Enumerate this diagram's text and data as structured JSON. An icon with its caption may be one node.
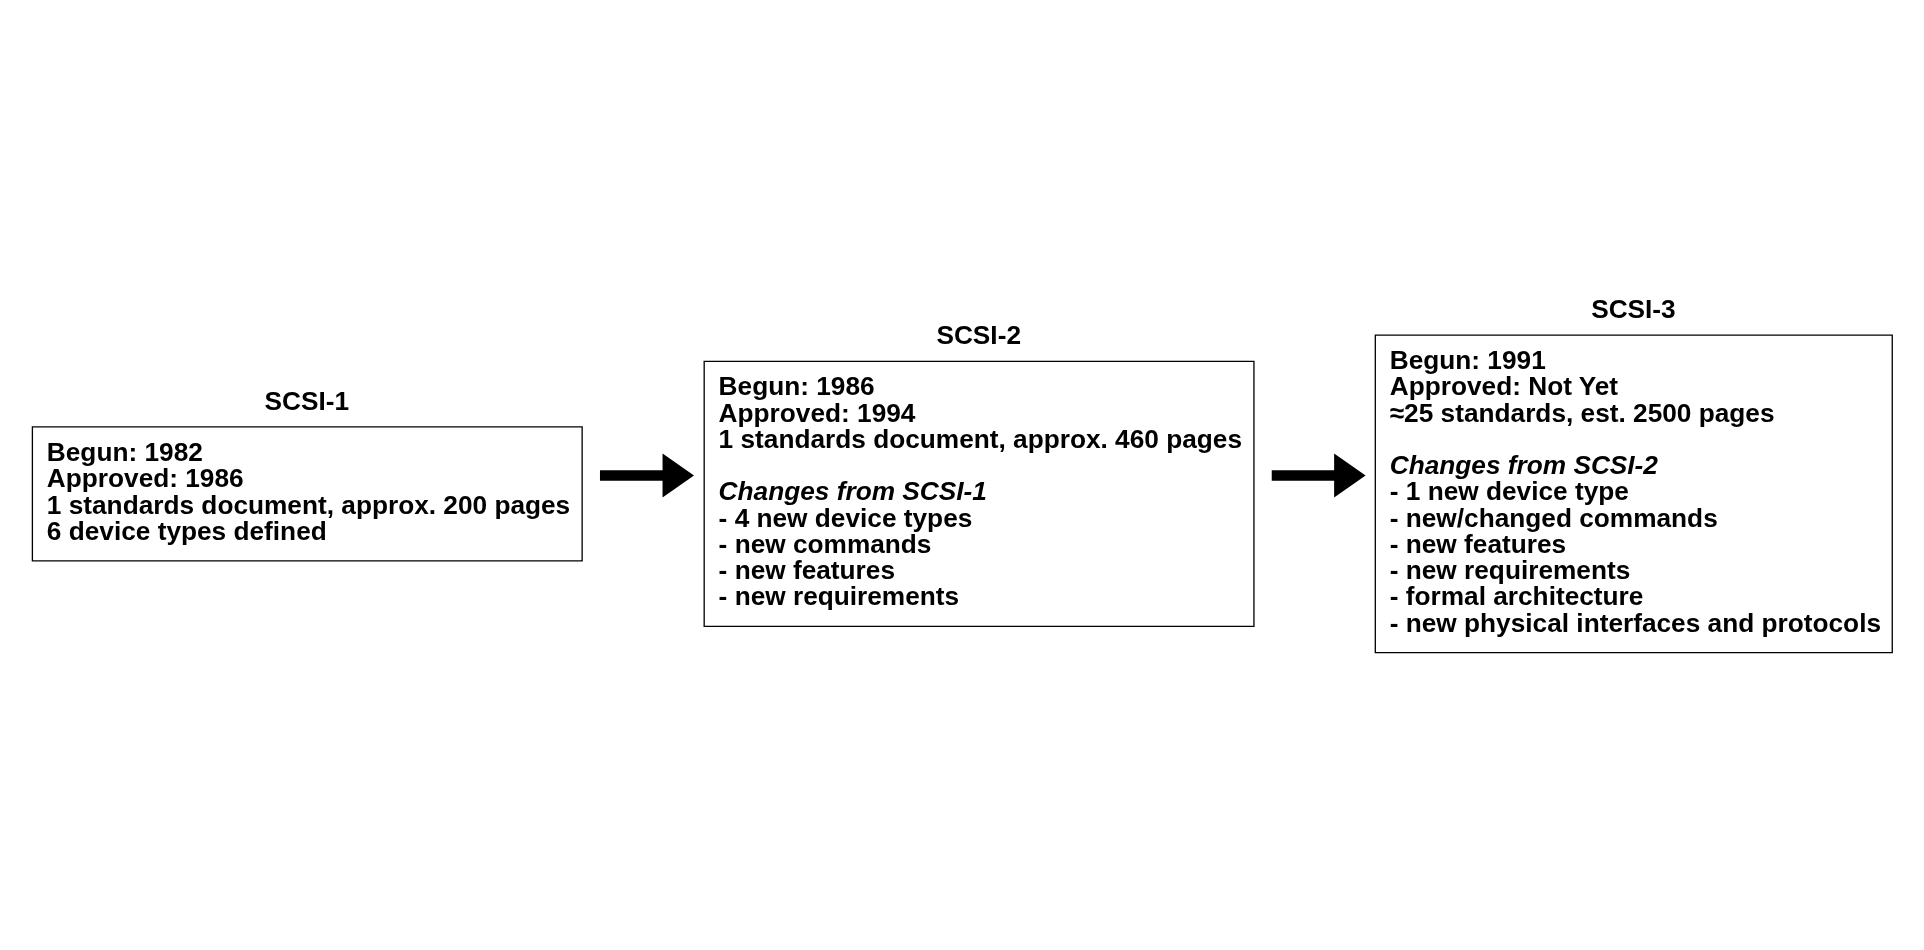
{
  "diagram": {
    "nodes": [
      {
        "text": [
          "SCSI-1",
          "Begun: 1982",
          "Approved: 1986",
          "1 standards document, approx. 200 pages",
          "6 device types defined"
        ]
      },
      {
        "text": [
          "SCSI-2",
          "Begun: 1986",
          "Approved: 1994",
          "1 standards document, approx. 460 pages",
          "Changes from SCSI-1",
          "- 4 new device types",
          "- new commands",
          "- new features",
          "- new requirements"
        ]
      },
      {
        "text": [
          "SCSI-3",
          "Begun: 1991",
          "Approved: Not Yet",
          "≈25 standards, est. 2500 pages",
          "Changes from SCSI-2",
          "- 1 new device type",
          "- new/changed commands",
          "- new features",
          "- new requirements",
          "- formal architecture",
          "- new physical interfaces and protocols"
        ]
      }
    ],
    "edges": [
      {
        "from": 0,
        "to": 1,
        "arrow": "to"
      },
      {
        "from": 1,
        "to": 2,
        "arrow": "to"
      }
    ]
  }
}
